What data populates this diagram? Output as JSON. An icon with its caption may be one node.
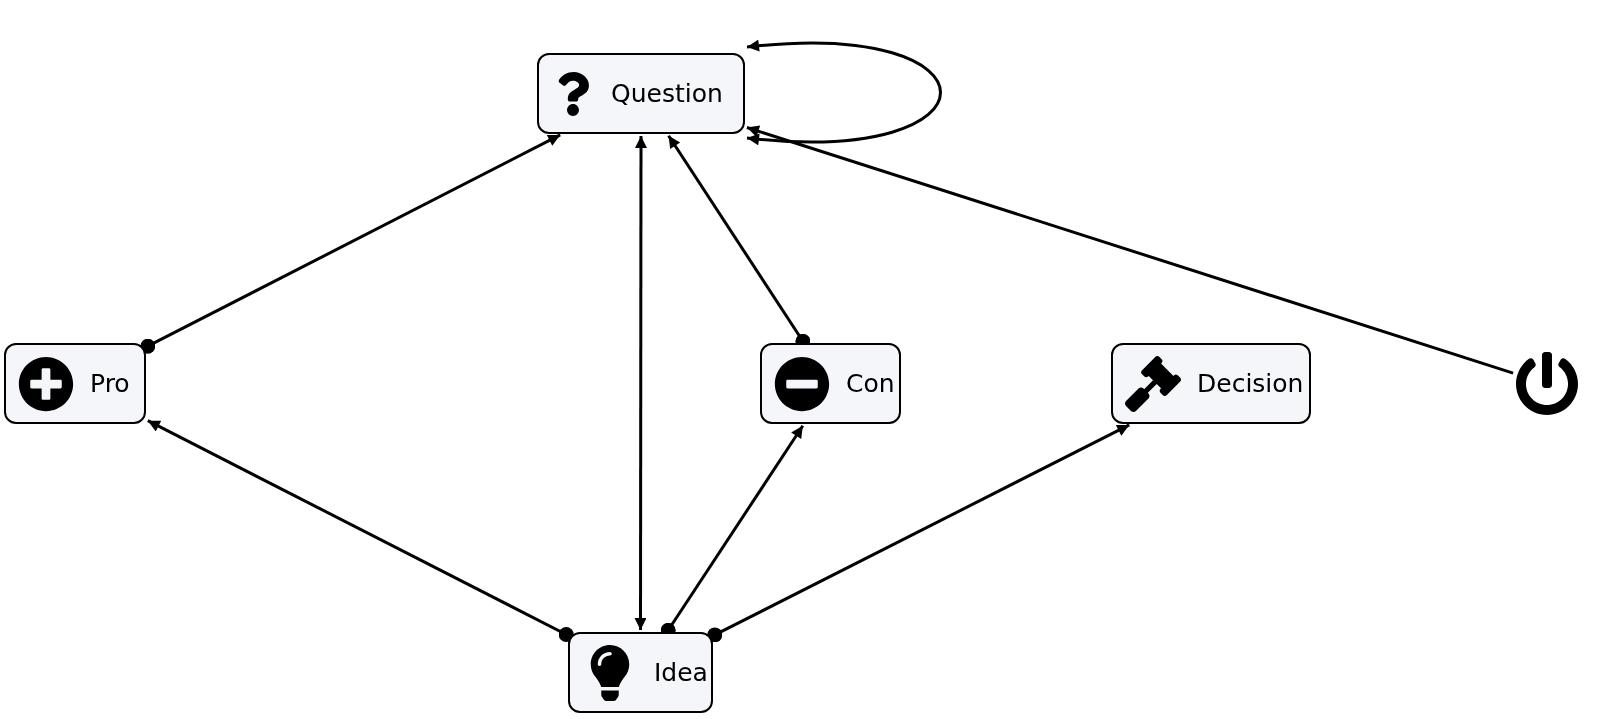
{
  "diagram": {
    "nodes": [
      {
        "text": [
          "Question"
        ]
      },
      {
        "text": [
          "Pro"
        ]
      },
      {
        "text": [
          "Con"
        ]
      },
      {
        "text": [
          "Decision"
        ]
      },
      {
        "text": [],
        "shape": "picture"
      },
      {
        "text": [
          "Idea"
        ]
      }
    ],
    "edges": [
      {
        "from": 1,
        "to": 0,
        "arrow": "to"
      },
      {
        "from": 2,
        "to": 0,
        "arrow": "to"
      },
      {
        "from": 0,
        "to": 0,
        "arrow": "both"
      },
      {
        "from": 4,
        "to": 0,
        "arrow": "to"
      },
      {
        "from": 0,
        "to": 5,
        "arrow": "both"
      },
      {
        "from": 5,
        "to": 1,
        "arrow": "to"
      },
      {
        "from": 5,
        "to": 2,
        "arrow": "to"
      },
      {
        "from": 5,
        "to": 3,
        "arrow": "to"
      }
    ]
  }
}
